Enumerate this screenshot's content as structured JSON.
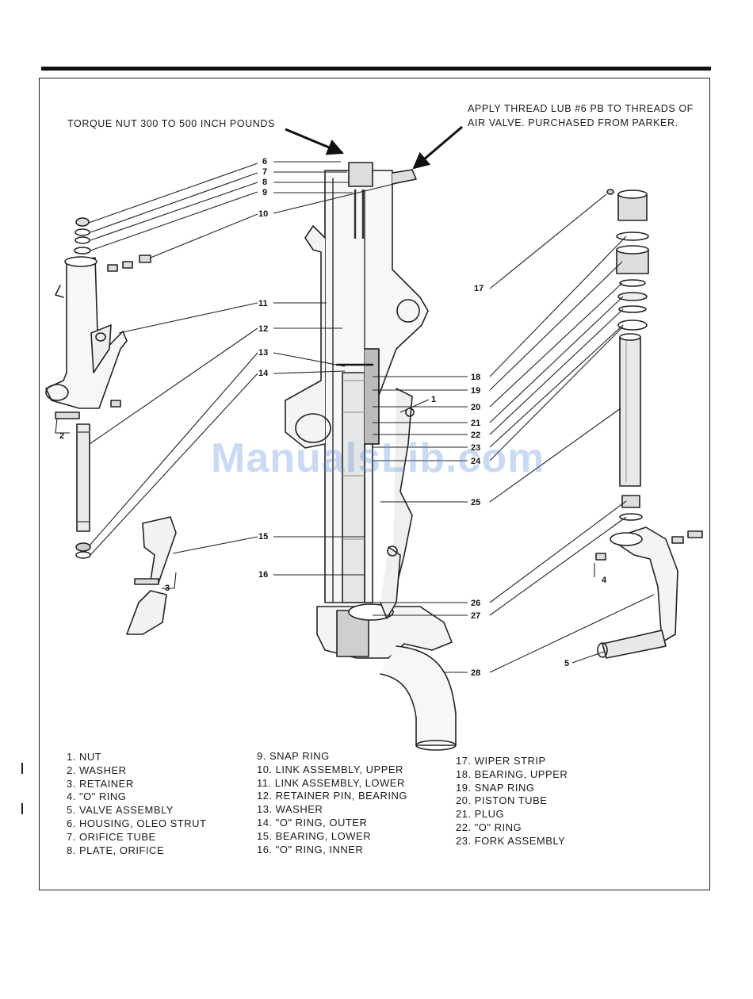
{
  "notes": {
    "torque": "TORQUE NUT 300 TO 500 INCH POUNDS",
    "lube_line1": "APPLY THREAD LUB #6 PB TO THREADS OF",
    "lube_line2": "AIR VALVE. PURCHASED FROM PARKER."
  },
  "callouts": [
    "1",
    "2",
    "3",
    "4",
    "5",
    "6",
    "7",
    "8",
    "9",
    "10",
    "11",
    "12",
    "13",
    "14",
    "15",
    "16",
    "17",
    "18",
    "19",
    "20",
    "21",
    "22",
    "23",
    "24",
    "25",
    "26",
    "27",
    "28"
  ],
  "legend": {
    "col1": [
      "1.  NUT",
      "2.  WASHER",
      "3.  RETAINER",
      "4.  \"O\" RING",
      "5.  VALVE ASSEMBLY",
      "6.  HOUSING, OLEO STRUT",
      "7.  ORIFICE TUBE",
      "8.  PLATE, ORIFICE"
    ],
    "col2": [
      "9.  SNAP RING",
      "10.  LINK ASSEMBLY, UPPER",
      "11.  LINK ASSEMBLY, LOWER",
      "12.  RETAINER PIN, BEARING",
      "13.  WASHER",
      "14.  \"O\" RING, OUTER",
      "15.  BEARING, LOWER",
      "16.  \"O\" RING, INNER"
    ],
    "col3": [
      "17.  WIPER STRIP",
      "18.  BEARING, UPPER",
      "19.  SNAP RING",
      "20.  PISTON TUBE",
      "21.  PLUG",
      "22.  \"O\" RING",
      "23.  FORK ASSEMBLY"
    ]
  },
  "watermark": "ManualsLib.com"
}
